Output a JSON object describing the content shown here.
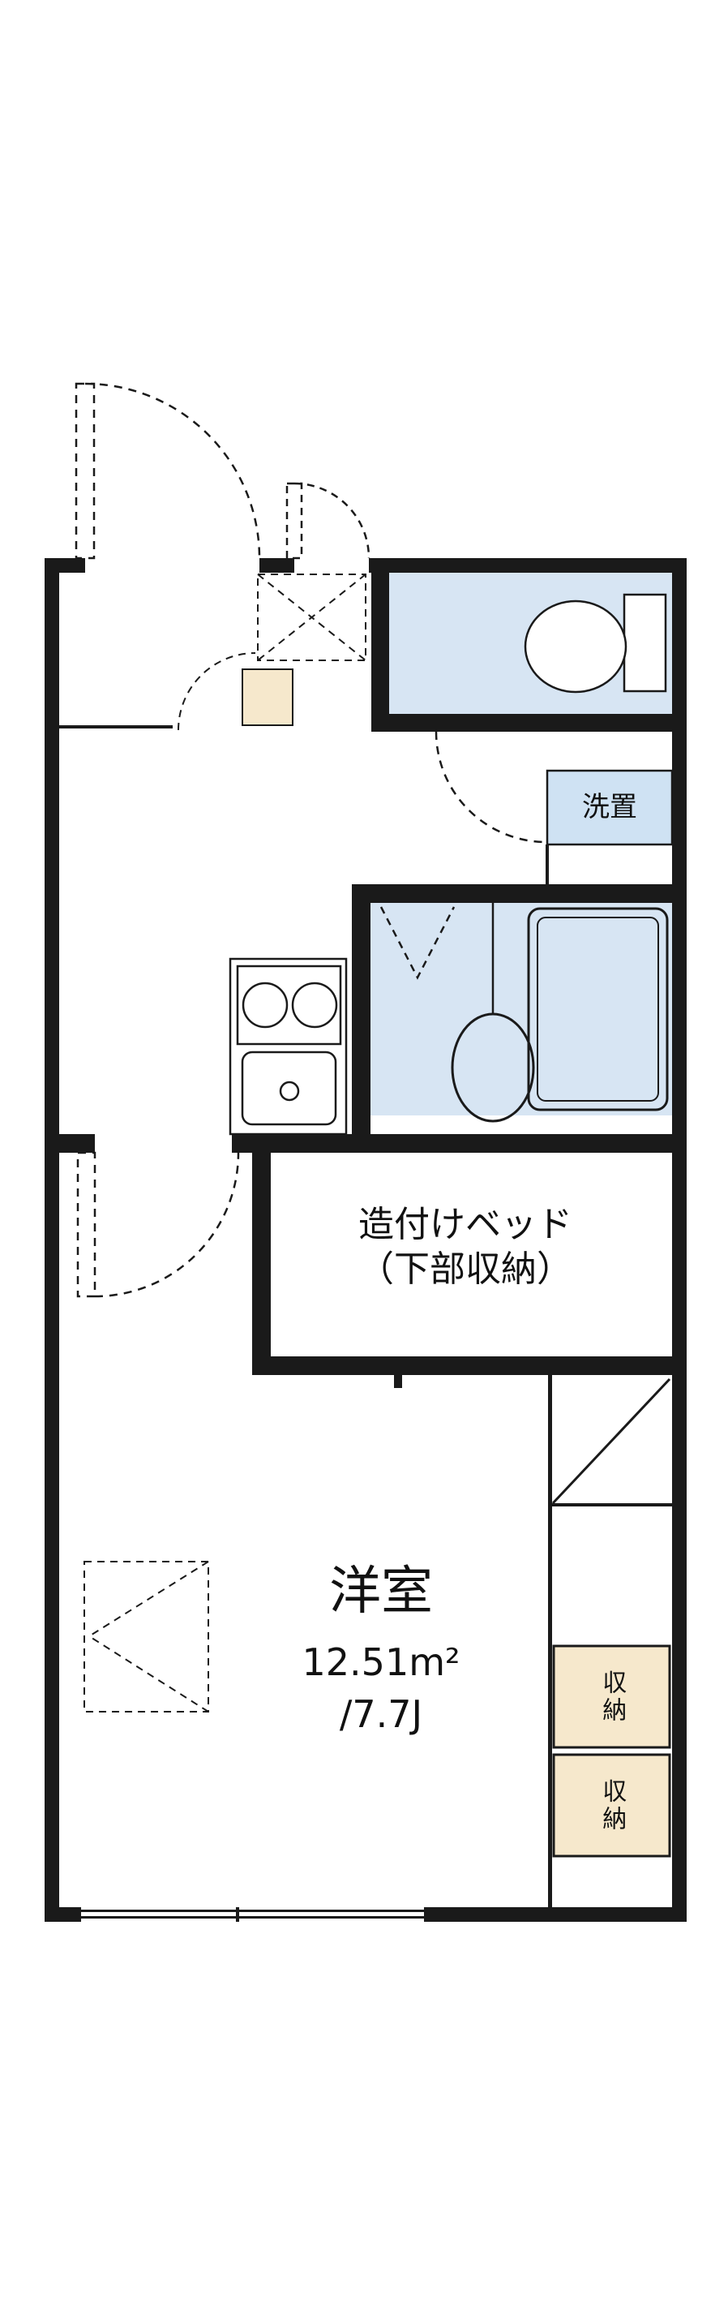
{
  "plan": {
    "washer_label": "洗置",
    "bed_label_line1": "造付けベッド",
    "bed_label_line2": "（下部収納）",
    "room_label": "洋室",
    "room_area_m2": "12.51m²",
    "room_area_jo": "/7.7J",
    "storage_label_1": "収納",
    "storage_label_2": "収納",
    "colors": {
      "wall": "#1a1a1a",
      "water_fill": "#d7e5f3",
      "wash_box_fill": "#cfe2f3",
      "storage_fill": "#f6e8cc",
      "background": "#ffffff"
    }
  }
}
